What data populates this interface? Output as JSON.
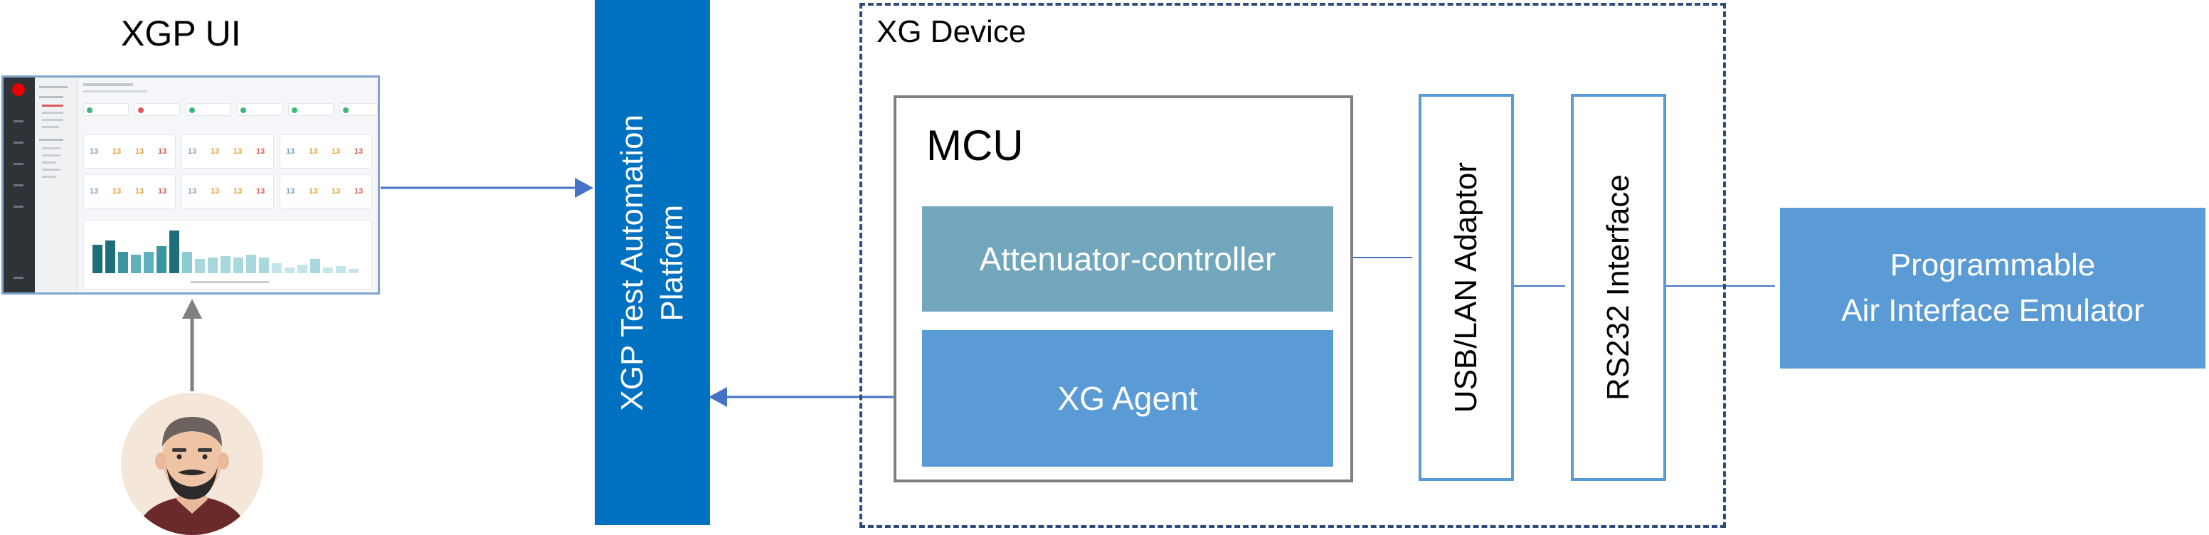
{
  "labels": {
    "xgp_ui": "XGP UI",
    "platform_line1": "XGP Test Automation",
    "platform_line2": "Platform",
    "xg_device": "XG Device",
    "mcu": "MCU",
    "attenuator": "Attenuator-controller",
    "agent": "XG Agent",
    "usb": "USB/LAN Adaptor",
    "rs232": "RS232 Interface",
    "emulator_line1": "Programmable",
    "emulator_line2": "Air Interface Emulator"
  },
  "colors": {
    "platform": "#0070c0",
    "attenuator": "#72a6bc",
    "agent": "#5b9bd5",
    "emulator": "#5b9bd5",
    "connector": "#4472c4",
    "device_border": "#2f4b7c",
    "mcu_border": "#7f7f7f",
    "interface_border": "#5b9bd5",
    "user_arrow": "#808080"
  },
  "icons": {
    "user": "user-avatar-icon",
    "dashboard": "dashboard-screenshot-icon"
  }
}
